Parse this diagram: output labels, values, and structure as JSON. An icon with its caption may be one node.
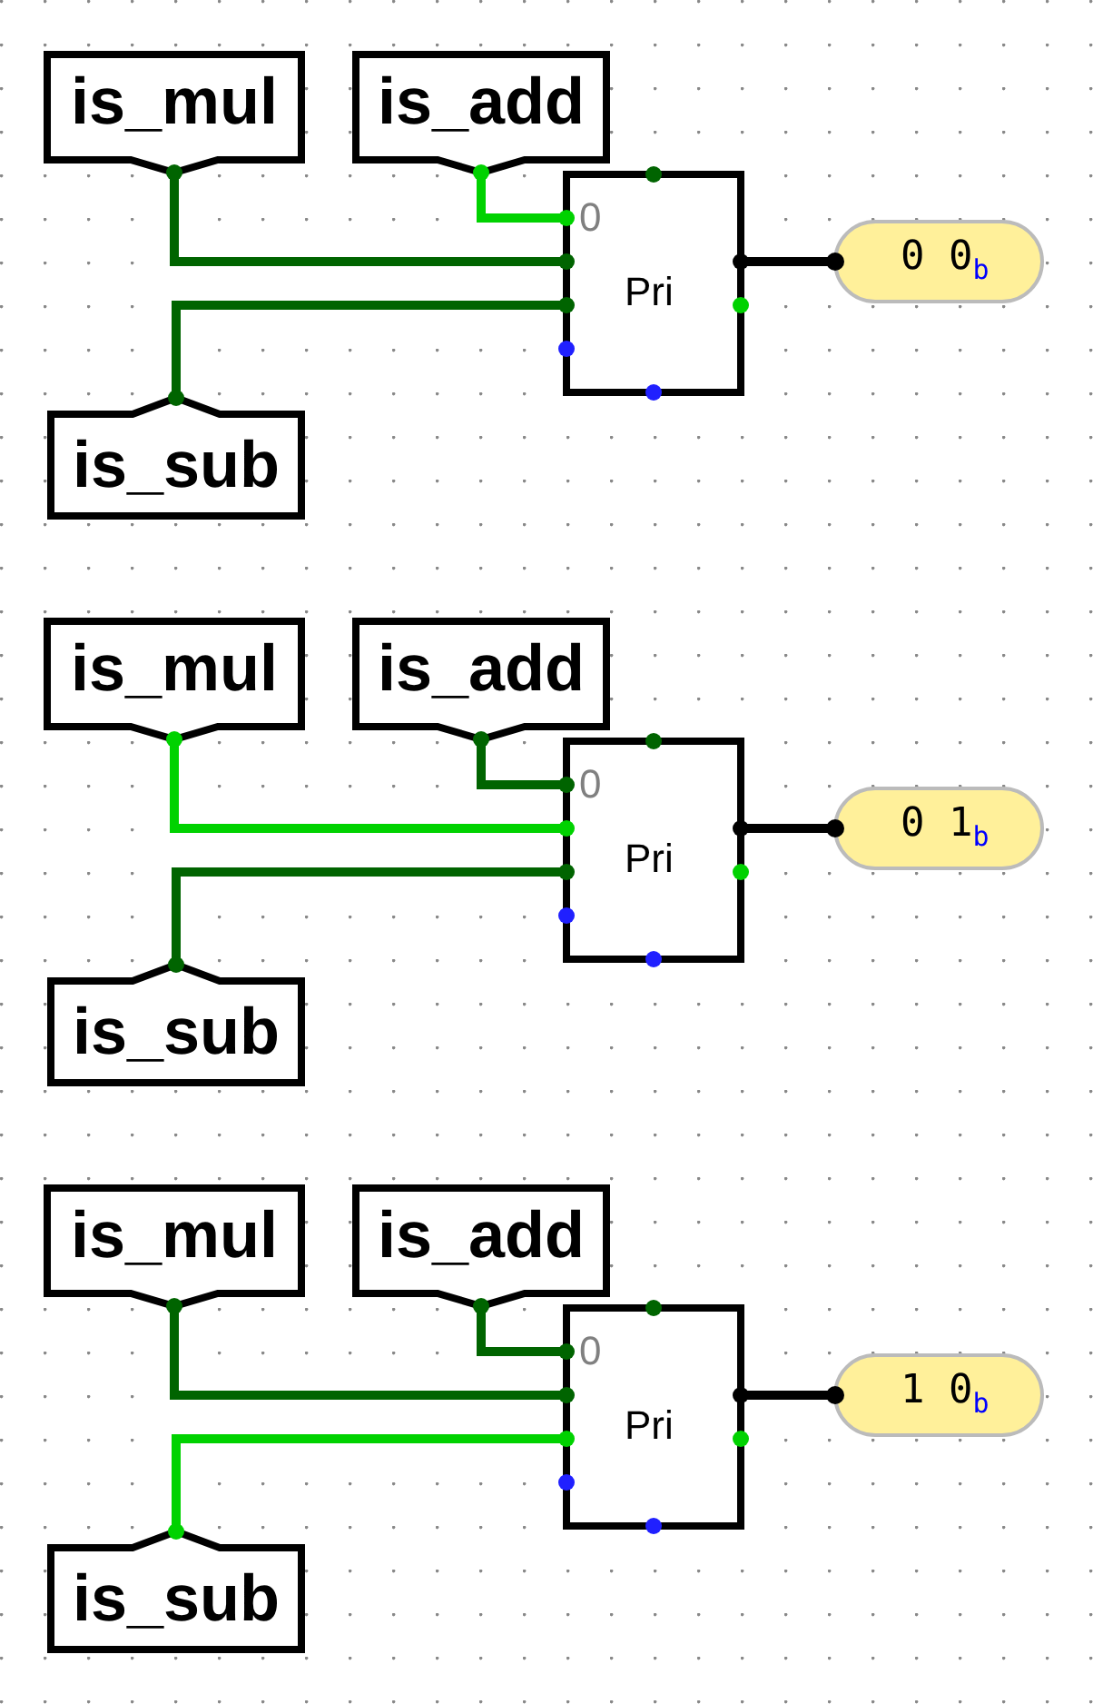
{
  "diagram": {
    "nodes": [
      {
        "text": [
          "is_mul"
        ]
      },
      {
        "text": [
          "is_add"
        ]
      },
      {
        "text": [
          "0",
          "Pri"
        ]
      },
      {
        "text": [
          "0 0$_{b}$"
        ]
      },
      {
        "text": [
          "is_sub"
        ]
      },
      {
        "text": [
          "is_mul"
        ]
      },
      {
        "text": [
          "is_add"
        ]
      },
      {
        "text": [
          "0",
          "Pri"
        ]
      },
      {
        "text": [
          "0 1$_{b}$"
        ]
      },
      {
        "text": [
          "is_sub"
        ]
      },
      {
        "text": [
          "is_mul"
        ]
      },
      {
        "text": [
          "is_add"
        ]
      },
      {
        "text": [
          "0",
          "Pri"
        ]
      },
      {
        "text": [
          "1 0$_{b}$"
        ]
      },
      {
        "text": [
          "is_sub"
        ]
      }
    ],
    "edges": [
      {
        "from": 1,
        "to": 2,
        "arrow": "none",
        "color": "#00d200"
      },
      {
        "from": 0,
        "to": 2,
        "arrow": "none"
      },
      {
        "from": 4,
        "to": 2,
        "arrow": "none"
      },
      {
        "from": 2,
        "to": 3,
        "arrow": "none",
        "color": "#000000"
      },
      {
        "from": 6,
        "to": 7,
        "arrow": "none"
      },
      {
        "from": 5,
        "to": 7,
        "arrow": "none",
        "color": "#00d200"
      },
      {
        "from": 9,
        "to": 7,
        "arrow": "none"
      },
      {
        "from": 7,
        "to": 8,
        "arrow": "none",
        "color": "#000000"
      },
      {
        "from": 11,
        "to": 12,
        "arrow": "none"
      },
      {
        "from": 10,
        "to": 12,
        "arrow": "none"
      },
      {
        "from": 14,
        "to": 12,
        "arrow": "none",
        "color": "#00d200"
      },
      {
        "from": 12,
        "to": 13,
        "arrow": "none",
        "color": "#000000"
      }
    ]
  }
}
